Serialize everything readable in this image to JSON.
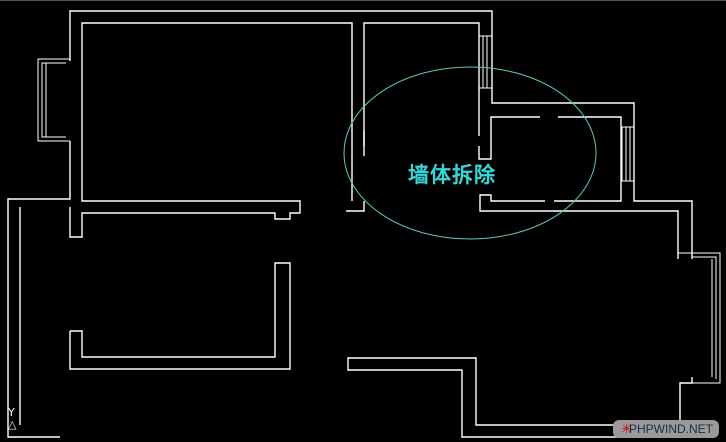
{
  "drawing": {
    "annotation_text": "墙体拆除",
    "annotation_color": "#3ad6d6",
    "wall_color": "#ffffff",
    "background": "#000000"
  },
  "ucs": {
    "y_label": "Y"
  },
  "watermark": {
    "text": "PHPWIND.NET",
    "icon": "red-star-icon"
  }
}
